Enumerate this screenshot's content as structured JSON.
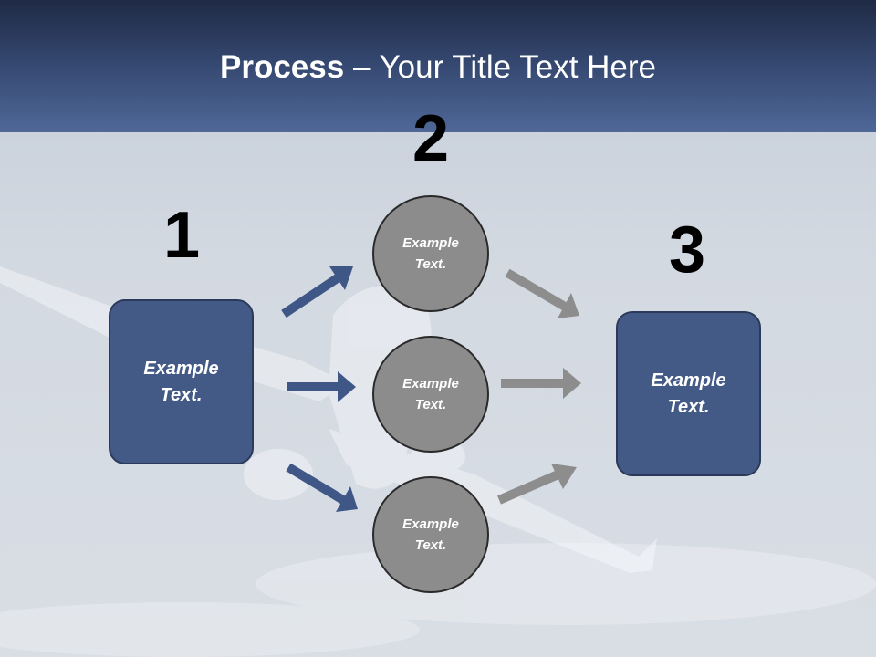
{
  "title": {
    "bold": "Process",
    "rest": " – Your Title Text Here"
  },
  "steps": [
    {
      "number": "1",
      "text": "Example Text."
    },
    {
      "number": "2",
      "text": "Example Text."
    },
    {
      "number": "3",
      "text": "Example Text."
    }
  ],
  "circles": [
    {
      "text": "Example Text."
    },
    {
      "text": "Example Text."
    },
    {
      "text": "Example Text."
    }
  ],
  "colors": {
    "header_dark": "#1f2a44",
    "header_light": "#4f6898",
    "box_fill": "#445a86",
    "circle_fill": "#8c8c8c",
    "blue_arrow": "#3f5787",
    "gray_arrow": "#8d8d8d"
  }
}
